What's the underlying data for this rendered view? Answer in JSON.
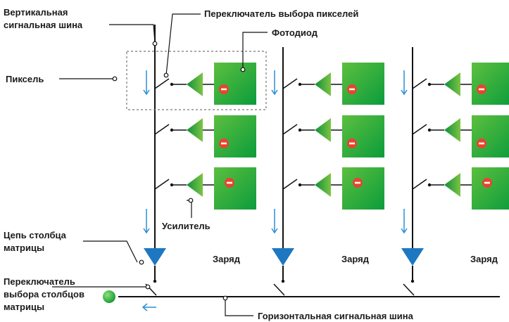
{
  "labels": {
    "vertical_bus": [
      "Вертикальная",
      "сигнальная шина"
    ],
    "pixel_select_switch": "Переключатель выбора пикселей",
    "photodiode": "Фотодиод",
    "pixel": "Пиксель",
    "column_circuit": [
      "Цепь столбца",
      "матрицы"
    ],
    "amplifier": "Усилитель",
    "charge_1": "Заряд",
    "charge_2": "Заряд",
    "charge_3": "Заряд",
    "column_select_switch": [
      "Переключатель",
      "выбора столбцов",
      "матрицы"
    ],
    "horizontal_bus": "Горизонтальная сигнальная шина"
  },
  "colors": {
    "photodiode_dark": "#0b9c3c",
    "photodiode_light": "#5cbf3e",
    "amplifier_dark": "#0e8f3a",
    "amplifier_light": "#7cc443",
    "charge_marker": "#e8442e",
    "column_amp": "#1d78c1",
    "arrow": "#2a8fd6",
    "output_dot": "#22a13c"
  },
  "matrix": {
    "columns": 3,
    "rows": 3
  }
}
